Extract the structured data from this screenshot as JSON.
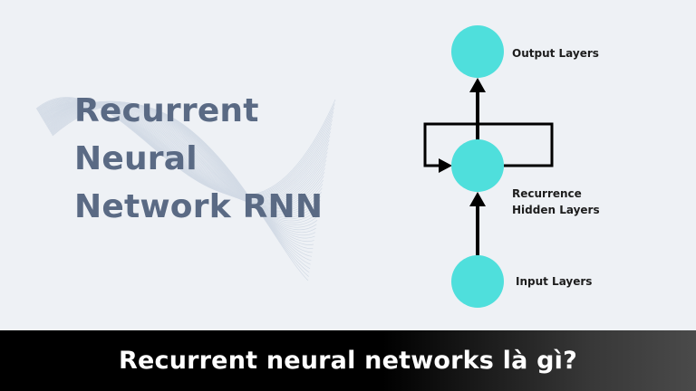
{
  "title_lines": [
    "Recurrent",
    "Neural",
    "Network RNN"
  ],
  "diagram": {
    "nodes": {
      "output": "Output Layers",
      "hidden_line1": "Recurrence",
      "hidden_line2": "Hidden Layers",
      "input": "Input Layers"
    },
    "node_color": "#4fdfdc",
    "arrow_color": "#000000"
  },
  "footer": {
    "text": "Recurrent neural networks là gì?"
  },
  "colors": {
    "background": "#eef1f5",
    "title": "#5a6a84",
    "footer_bg": "#000000",
    "footer_text": "#ffffff"
  }
}
